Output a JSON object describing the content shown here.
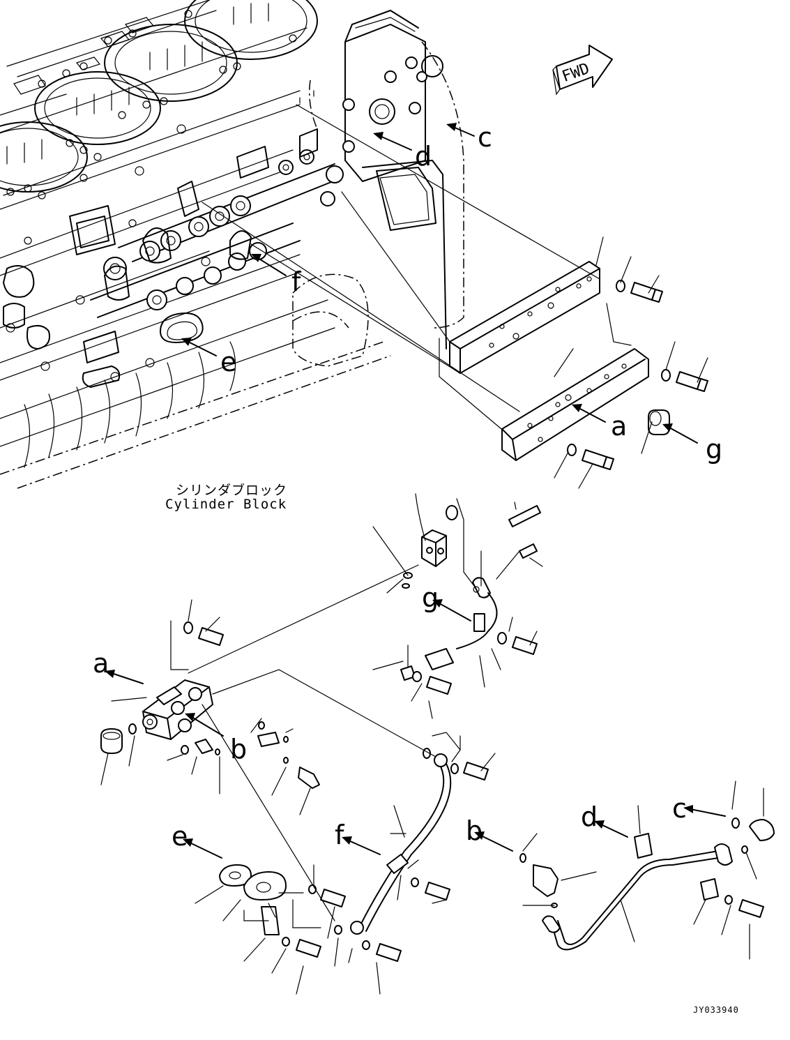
{
  "direction_marker": {
    "text": "FWD"
  },
  "cylinder_block": {
    "label_jp": "シリンダブロック",
    "label_en": "Cylinder Block"
  },
  "callouts": {
    "c_top": "c",
    "d_top": "d",
    "f_top": "f",
    "e_top": "e",
    "a_top": "a",
    "g_top": "g",
    "g_mid": "g",
    "a_mid": "a",
    "b_mid": "b",
    "e_low": "e",
    "f_low": "f",
    "b_low": "b",
    "d_low": "d",
    "c_low": "c"
  },
  "drawing_code": "JY033940"
}
